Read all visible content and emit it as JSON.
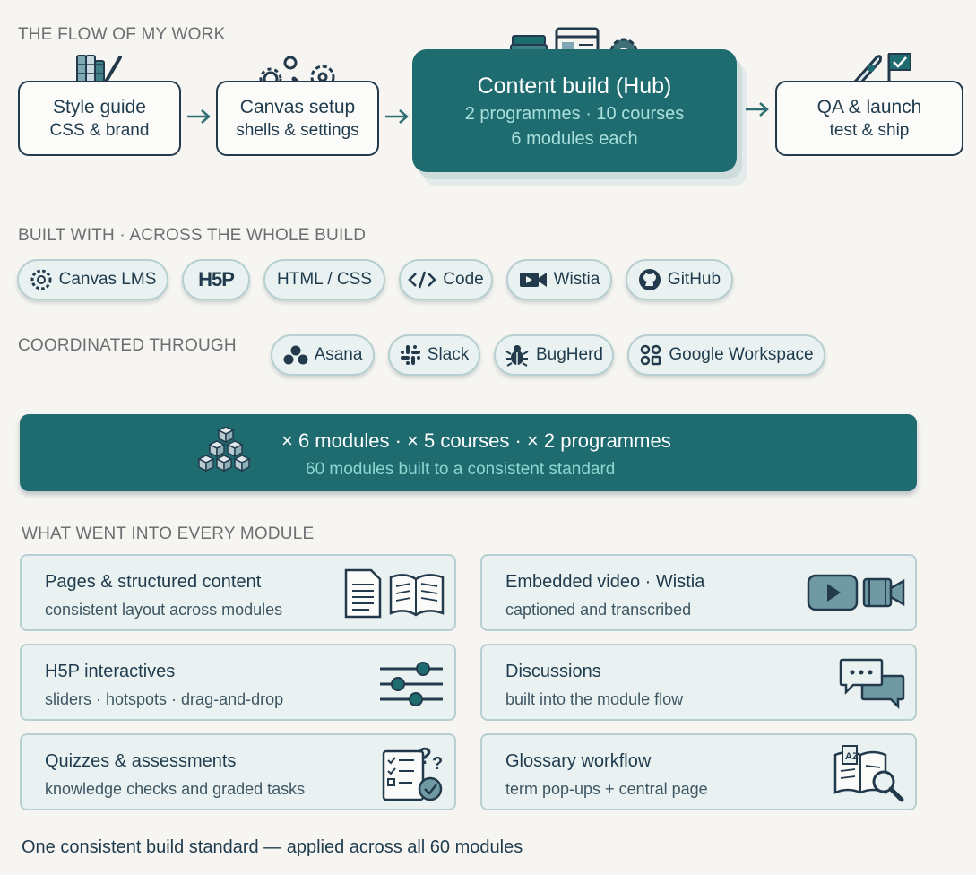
{
  "flow": {
    "title": "THE FLOW OF MY WORK",
    "steps": [
      {
        "title": "Style guide",
        "sub": "CSS & brand",
        "icon": "palette-icon"
      },
      {
        "title": "Canvas setup",
        "sub": "shells & settings",
        "icon": "gears-icon"
      },
      {
        "title": "Content build (Hub)",
        "sub1": "2 programmes · 10 courses",
        "sub2": "6 modules each",
        "icon": "books-browser-gear-icon"
      },
      {
        "title": "QA & launch",
        "sub": "test & ship",
        "icon": "rocket-flag-icon"
      }
    ]
  },
  "built_with": {
    "title": "BUILT WITH · ACROSS THE WHOLE BUILD",
    "tools": [
      {
        "label": "Canvas LMS",
        "icon": "canvas-icon"
      },
      {
        "label": "H5P",
        "icon": "h5p-logo"
      },
      {
        "label": "HTML / CSS",
        "icon": ""
      },
      {
        "label": "Code",
        "icon": "code-icon"
      },
      {
        "label": "Wistia",
        "icon": "video-camera-icon"
      },
      {
        "label": "GitHub",
        "icon": "github-icon"
      }
    ]
  },
  "coordinated": {
    "title": "COORDINATED THROUGH",
    "tools": [
      {
        "label": "Asana",
        "icon": "asana-icon"
      },
      {
        "label": "Slack",
        "icon": "slack-icon"
      },
      {
        "label": "BugHerd",
        "icon": "bug-icon"
      },
      {
        "label": "Google Workspace",
        "icon": "workspace-icon"
      }
    ]
  },
  "banner": {
    "line1": "× 6 modules · × 5 courses · × 2 programmes",
    "line2": "60 modules built to a consistent standard",
    "icon": "cubes-icon"
  },
  "modules": {
    "title": "WHAT WENT INTO EVERY MODULE",
    "items": [
      {
        "title": "Pages & structured content",
        "sub": "consistent layout across modules",
        "icon": "document-book-icon"
      },
      {
        "title": "Embedded video · Wistia",
        "sub": "captioned and transcribed",
        "icon": "video-play-icon"
      },
      {
        "title": "H5P interactives",
        "sub": "sliders · hotspots · drag-and-drop",
        "icon": "sliders-icon"
      },
      {
        "title": "Discussions",
        "sub": "built into the module flow",
        "icon": "chat-bubbles-icon"
      },
      {
        "title": "Quizzes & assessments",
        "sub": "knowledge checks and graded tasks",
        "icon": "quiz-checklist-icon"
      },
      {
        "title": "Glossary workflow",
        "sub": "term pop-ups + central page",
        "icon": "glossary-search-icon"
      }
    ]
  },
  "footer": "One consistent build standard — applied across all 60 modules",
  "colors": {
    "teal": "#1e6b70",
    "navy": "#223a4c",
    "mint": "#a9e0dc",
    "pill_bg": "#e9f2f1"
  }
}
